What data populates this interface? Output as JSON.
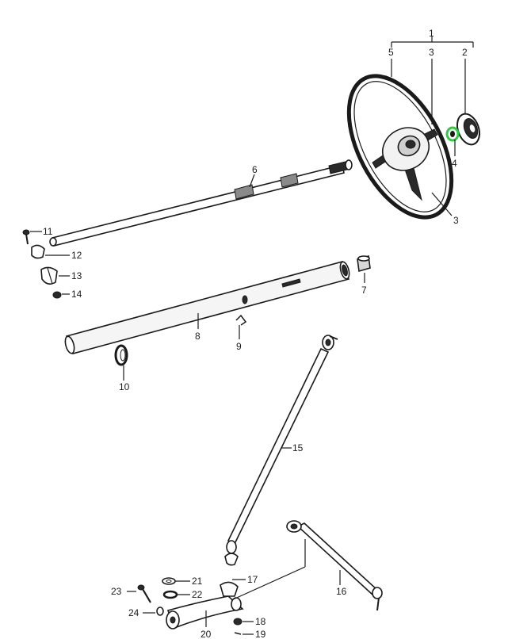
{
  "highlight_color": "#2ecc40",
  "callouts": {
    "c1": "1",
    "c2": "2",
    "c3a": "3",
    "c3b": "3",
    "c4": "4",
    "c5": "5",
    "c6": "6",
    "c7": "7",
    "c8": "8",
    "c9": "9",
    "c10": "10",
    "c11": "11",
    "c12": "12",
    "c13": "13",
    "c14": "14",
    "c15": "15",
    "c16": "16",
    "c17": "17",
    "c18": "18",
    "c19": "19",
    "c20": "20",
    "c21": "21",
    "c22": "22",
    "c23": "23",
    "c24": "24"
  }
}
